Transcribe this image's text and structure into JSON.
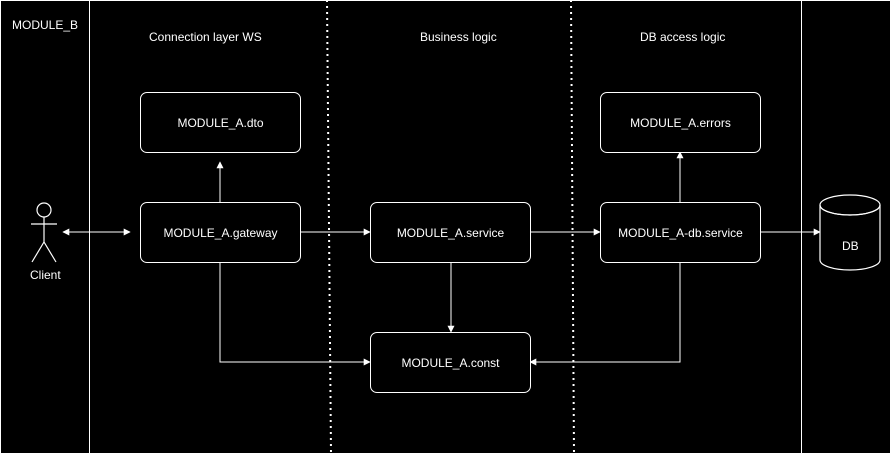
{
  "diagram": {
    "container_title": "MODULE_B",
    "columns": {
      "connection": "Connection layer WS",
      "business": "Business logic",
      "db_access": "DB access logic"
    },
    "actor": {
      "label": "Client"
    },
    "database": {
      "label": "DB"
    },
    "nodes": {
      "dto": "MODULE_A.dto",
      "gateway": "MODULE_A.gateway",
      "service": "MODULE_A.service",
      "errors": "MODULE_A.errors",
      "db_service": "MODULE_A-db.service",
      "const": "MODULE_A.const"
    },
    "colors": {
      "background": "#000000",
      "stroke": "#ffffff",
      "text": "#ffffff"
    }
  }
}
